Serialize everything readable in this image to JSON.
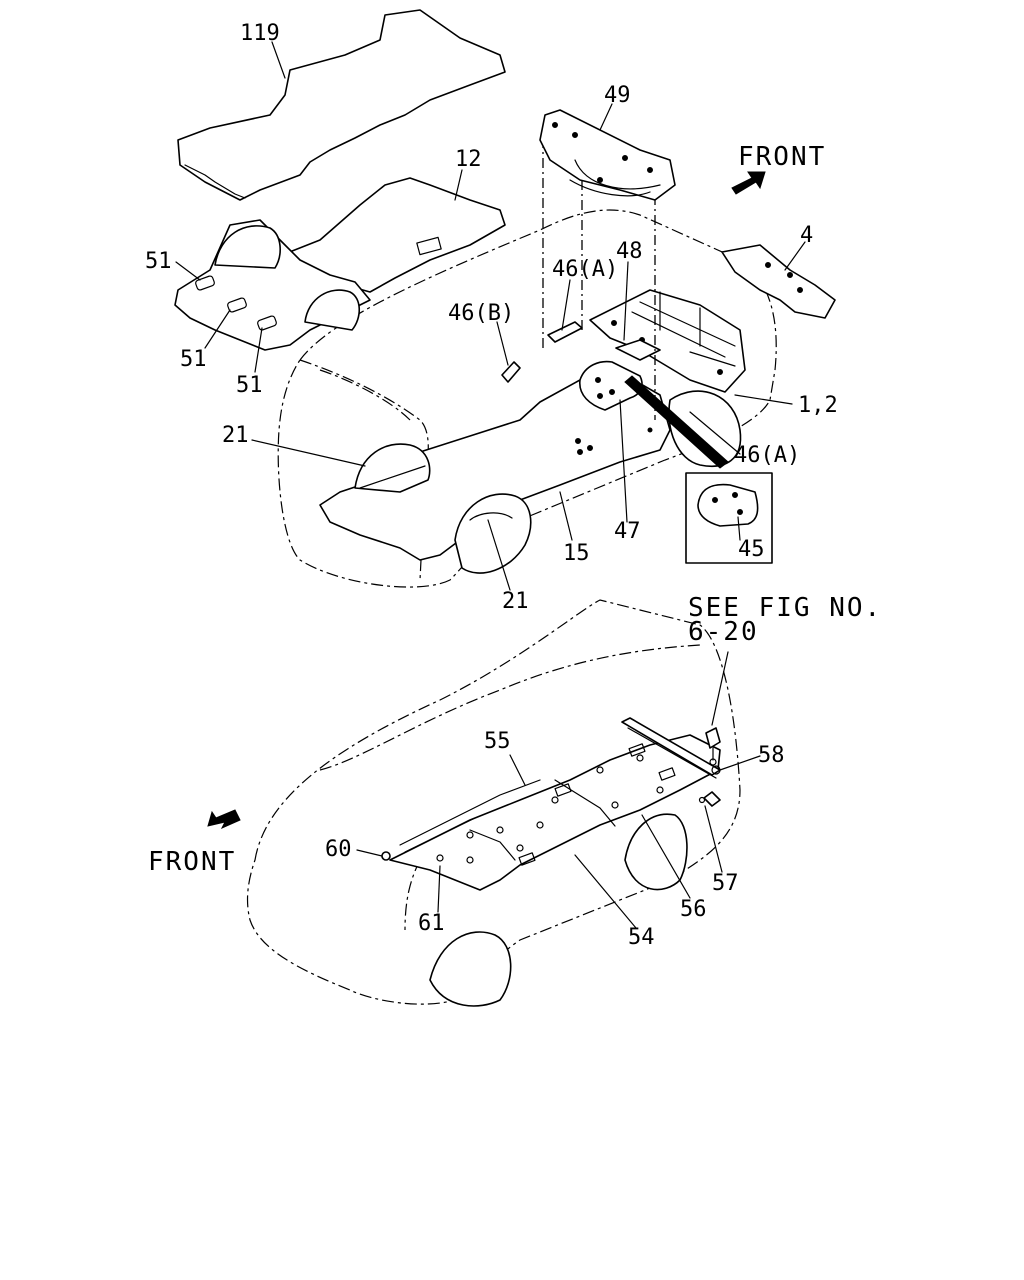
{
  "labels": {
    "p119": "119",
    "p12": "12",
    "p49": "49",
    "front_top": "FRONT",
    "p4": "4",
    "p51a": "51",
    "p51b": "51",
    "p51c": "51",
    "p46a_top": "46(A)",
    "p48": "48",
    "p46b": "46(B)",
    "p1_2": "1,2",
    "p21a": "21",
    "p46a_right": "46(A)",
    "p47": "47",
    "p45": "45",
    "p15": "15",
    "p21b": "21",
    "see_fig_1": "SEE FIG NO.",
    "see_fig_2": "6-20",
    "p55": "55",
    "p58": "58",
    "front_bottom": "FRONT",
    "p60": "60",
    "p57": "57",
    "p61": "61",
    "p56": "56",
    "p54": "54"
  }
}
